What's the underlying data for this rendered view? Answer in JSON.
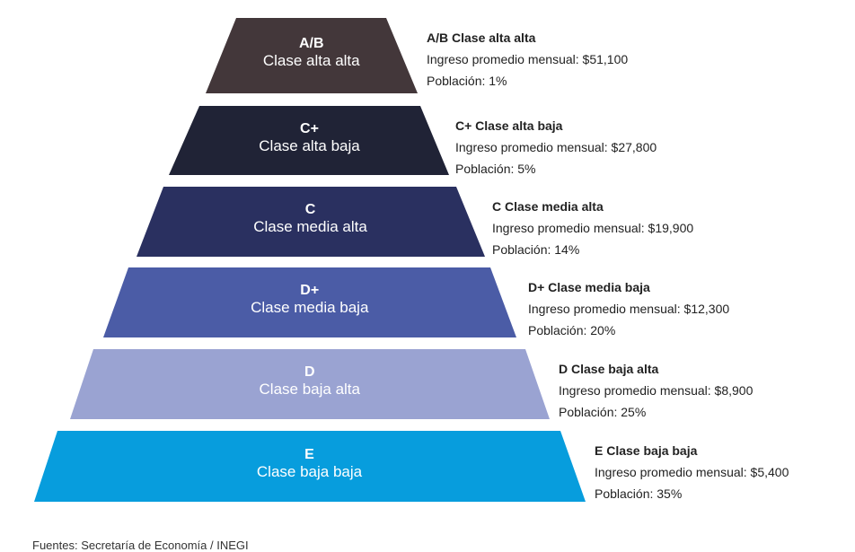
{
  "levels": [
    {
      "code": "A/B",
      "name": "Clase alta alta",
      "info_title": "A/B Clase alta alta",
      "income": "Ingreso promedio mensual: $51,100",
      "population": "Población: 1%",
      "color": "#43373a",
      "text_color": "#ffffff"
    },
    {
      "code": "C+",
      "name": "Clase alta baja",
      "info_title": "C+ Clase alta baja",
      "income": "Ingreso promedio mensual: $27,800",
      "population": "Población: 5%",
      "color": "#202336",
      "text_color": "#ffffff"
    },
    {
      "code": "C",
      "name": "Clase media alta",
      "info_title": "C Clase media alta",
      "income": "Ingreso promedio mensual: $19,900",
      "population": "Población: 14%",
      "color": "#2a3060",
      "text_color": "#ffffff"
    },
    {
      "code": "D+",
      "name": "Clase media baja",
      "info_title": "D+ Clase media baja",
      "income": "Ingreso promedio mensual: $12,300",
      "population": "Población: 20%",
      "color": "#4b5ca6",
      "text_color": "#ffffff"
    },
    {
      "code": "D",
      "name": "Clase baja alta",
      "info_title": "D Clase baja alta",
      "income": "Ingreso promedio mensual: $8,900",
      "population": "Población: 25%",
      "color": "#9aa3d2",
      "text_color": "#ffffff"
    },
    {
      "code": "E",
      "name": "Clase baja baja",
      "info_title": "E Clase baja baja",
      "income": "Ingreso promedio mensual: $5,400",
      "population": "Población: 35%",
      "color": "#079ddd",
      "text_color": "#ffffff"
    }
  ],
  "source": "Fuentes: Secretaría de Economía / INEGI"
}
